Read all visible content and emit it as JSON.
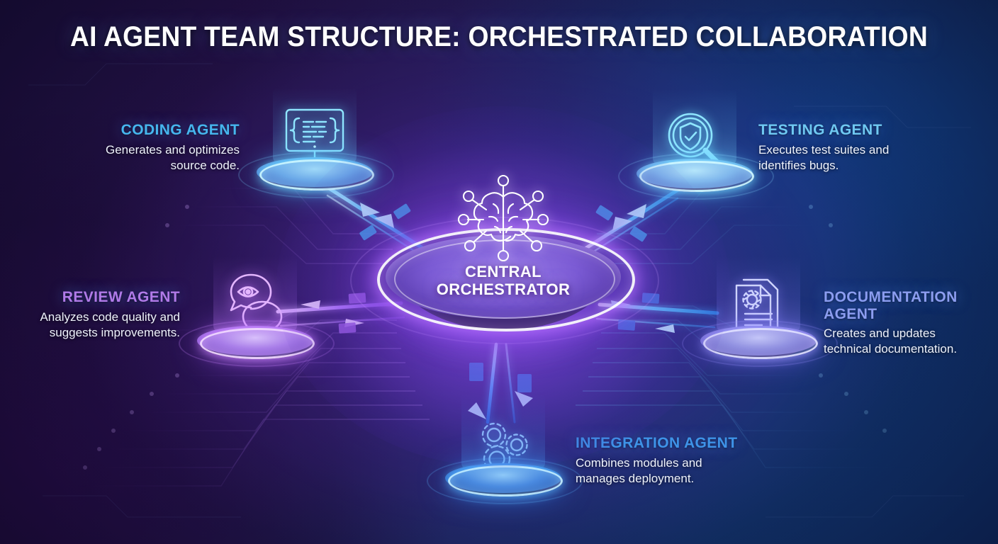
{
  "title": "AI AGENT TEAM STRUCTURE: ORCHESTRATED COLLABORATION",
  "hub": {
    "label_line1": "CENTRAL",
    "label_line2": "ORCHESTRATOR",
    "icon": "brain-network-icon",
    "accent": "#b07cff"
  },
  "agents": [
    {
      "id": "coding",
      "heading": "CODING AGENT",
      "description": "Generates and optimizes source code.",
      "icon": "monitor-code-icon",
      "accent": "#3ec6f5",
      "heading_color": "#46b6ee",
      "align": "right"
    },
    {
      "id": "testing",
      "heading": "TESTING AGENT",
      "description": "Executes test suites and identifies bugs.",
      "icon": "magnifier-shield-check-icon",
      "accent": "#5fd8f7",
      "heading_color": "#6fc9f2",
      "align": "left"
    },
    {
      "id": "review",
      "heading": "REVIEW AGENT",
      "description": "Analyzes code quality and suggests improvements.",
      "icon": "speech-bubble-eye-icon",
      "accent": "#c07bff",
      "heading_color": "#b07ae8",
      "align": "right"
    },
    {
      "id": "documentation",
      "heading": "DOCUMENTATION AGENT",
      "description": "Creates and updates technical documentation.",
      "icon": "document-gear-icon",
      "accent": "#8d7bff",
      "heading_color": "#8c9df0",
      "align": "left"
    },
    {
      "id": "integration",
      "heading": "INTEGRATION AGENT",
      "description": "Combines modules and manages deployment.",
      "icon": "gears-icon",
      "accent": "#2f8bf0",
      "heading_color": "#3e93e8",
      "align": "left"
    }
  ],
  "colors": {
    "background_top_left": "#1d1040",
    "background_top_right": "#11356e",
    "background_bottom_left": "#190b2e",
    "title_color": "#ffffff",
    "description_color": "#eef2fb"
  }
}
